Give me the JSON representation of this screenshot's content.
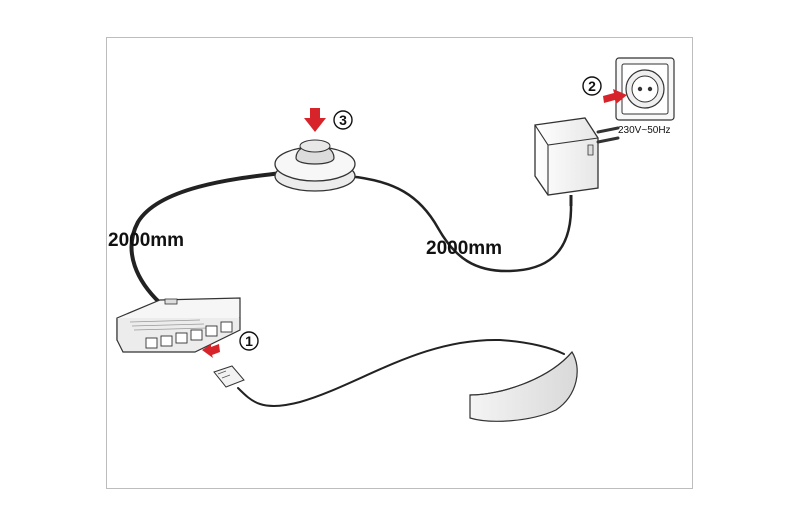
{
  "diagram": {
    "cable_labels": {
      "left": "2000mm",
      "right": "2000mm"
    },
    "steps": {
      "one": "1",
      "two": "2",
      "three": "3"
    },
    "socket_rating": "230V~50Hz",
    "colors": {
      "arrow": "#d6242a",
      "cable": "#222222",
      "outline": "#333333",
      "frame": "#bdbdbd"
    },
    "icons": [
      "power-adapter-icon",
      "wall-socket-icon",
      "foot-switch-icon",
      "distributor-hub-icon",
      "led-light-icon",
      "connector-plug-icon"
    ]
  }
}
